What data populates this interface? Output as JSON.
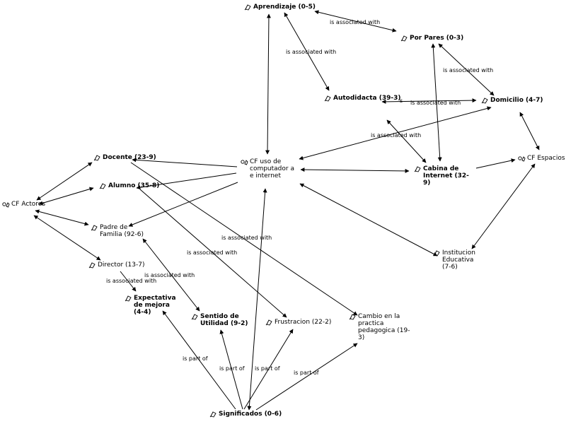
{
  "nodes": {
    "aprendizaje": {
      "label": "Aprendizaje (0-5)",
      "icon": "code-icon"
    },
    "por_pares": {
      "label": "Por Pares (0-3)",
      "icon": "code-icon"
    },
    "autodidacta": {
      "label": "Autodidacta (39-3)",
      "icon": "code-icon"
    },
    "domicilio": {
      "label": "Domicilio (4-7)",
      "icon": "code-icon"
    },
    "cf_espacios": {
      "label": "CF Espacios",
      "icon": "family-icon"
    },
    "cabina": {
      "label": "Cabina de Internet (32-9)",
      "icon": "code-icon"
    },
    "cf_uso": {
      "label": "CF uso de computador a e internet",
      "icon": "family-icon"
    },
    "docente": {
      "label": "Docente (23-9)",
      "icon": "code-icon"
    },
    "alumno": {
      "label": "Alumno (35-8)",
      "icon": "code-icon"
    },
    "cf_actores": {
      "label": "CF Actores",
      "icon": "family-icon"
    },
    "padre": {
      "label": "Padre de Familia (92-6)",
      "icon": "code-icon"
    },
    "director": {
      "label": "Director (13-7)",
      "icon": "code-icon"
    },
    "expectativa": {
      "label": "Expectativa de mejora (4-4)",
      "icon": "code-icon"
    },
    "sentido": {
      "label": "Sentido de Utilidad (9-2)",
      "icon": "code-icon"
    },
    "frustracion": {
      "label": "Frustracion (22-2)",
      "icon": "code-icon"
    },
    "cambio": {
      "label": "Cambio en la practica pedagogica (19-3)",
      "icon": "code-icon"
    },
    "institucion": {
      "label": "Institucion Educativa (7-6)",
      "icon": "code-icon"
    },
    "significados": {
      "label": "Significados (0-6)",
      "icon": "code-icon"
    }
  },
  "edge_labels": {
    "assoc": "is associated with",
    "part": "is part of",
    "s_char": "s"
  }
}
